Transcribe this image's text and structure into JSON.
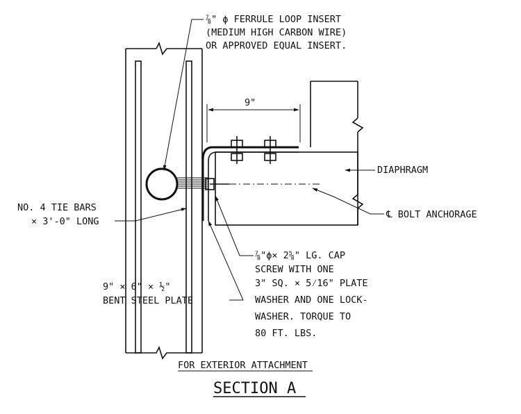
{
  "callouts": {
    "ferrule_line1": "⅞\" ϕ FERRULE LOOP INSERT",
    "ferrule_line2": "(MEDIUM HIGH CARBON WIRE)",
    "ferrule_line3": "OR APPROVED EQUAL INSERT.",
    "dimension": "9\"",
    "diaphragm": "DIAPHRAGM",
    "bolt_anchorage": "℄  BOLT ANCHORAGE",
    "tie_bars_line1": "NO. 4 TIE BARS",
    "tie_bars_line2": "× 3'-0\" LONG",
    "plate_line1": "9\" × 6\" × ½\"",
    "plate_line2": "BENT STEEL PLATE",
    "screw_line1": "⅞\"ϕ× 2⅝\" LG. CAP",
    "screw_line2": "SCREW WITH ONE",
    "screw_line3": "3\" SQ. × 5⁄16\" PLATE",
    "screw_line4": "WASHER AND ONE LOCK-",
    "screw_line5": "WASHER. TORQUE TO",
    "screw_line6": "80 FT. LBS."
  },
  "caption": {
    "subtitle": "FOR EXTERIOR ATTACHMENT",
    "title": "SECTION A"
  }
}
